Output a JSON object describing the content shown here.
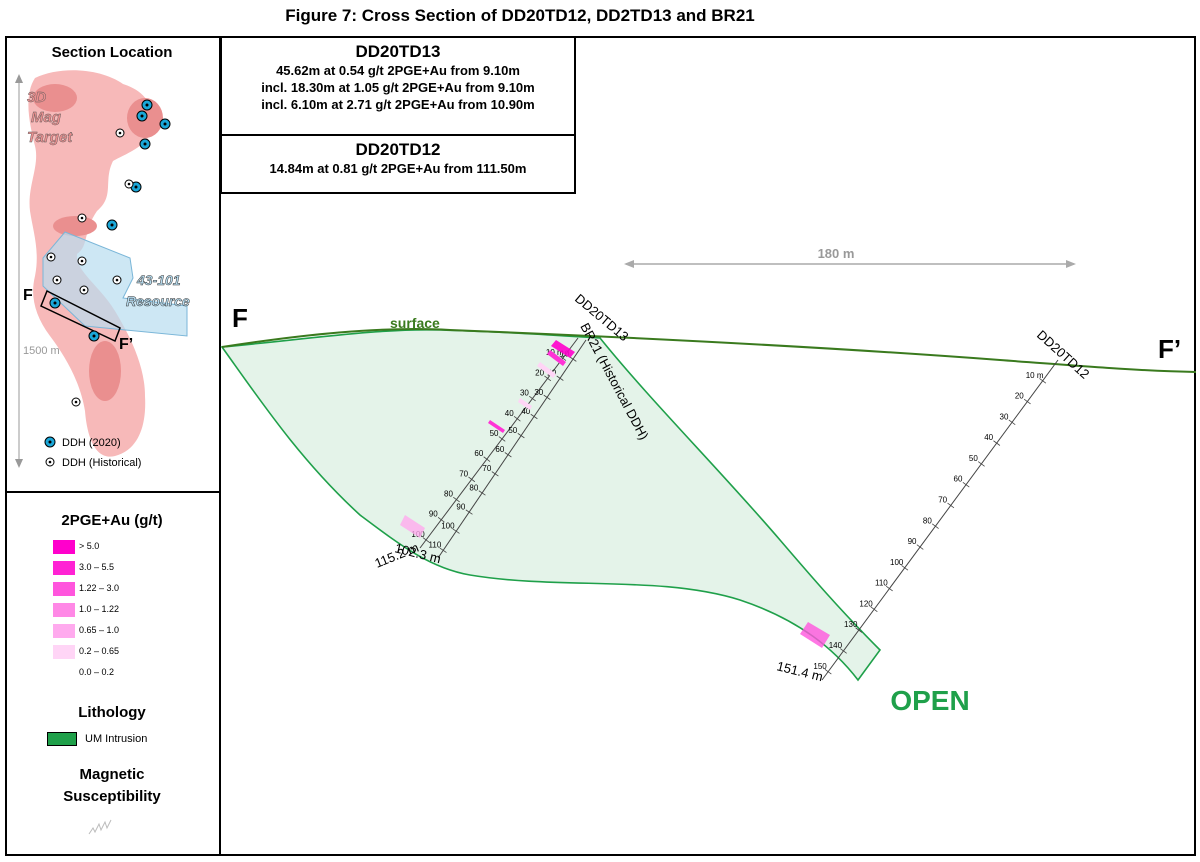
{
  "title": "Figure 7: Cross Section of DD20TD12, DD2TD13 and BR21",
  "location": {
    "title": "Section Location",
    "mag_target": [
      "3D",
      "Mag",
      "Target"
    ],
    "resource": [
      "43-101",
      "Resource"
    ],
    "f_label": "F",
    "f_prime_label": "F’",
    "scale": "1500 m",
    "legend_2020": "DDH (2020)",
    "legend_historical": "DDH (Historical)"
  },
  "legend": {
    "grade_title": "2PGE+Au (g/t)",
    "grades": [
      {
        "label": "> 5.0",
        "color": "#ff00cc"
      },
      {
        "label": "3.0 – 5.5",
        "color": "#ff22d4"
      },
      {
        "label": "1.22 – 3.0",
        "color": "#ff55dd"
      },
      {
        "label": "1.0 – 1.22",
        "color": "#ff88e6"
      },
      {
        "label": "0.65 – 1.0",
        "color": "#ffaaee"
      },
      {
        "label": "0.2 – 0.65",
        "color": "#ffd5f6"
      },
      {
        "label": "0.0 – 0.2",
        "color": "#ffffff"
      }
    ],
    "lithology_title": "Lithology",
    "lithology_label": "UM Intrusion",
    "lithology_color": "#1fa04a",
    "mag_title": [
      "Magnetic",
      "Susceptibility"
    ]
  },
  "box1": {
    "hole": "DD20TD13",
    "lines": [
      "45.62m at 0.54 g/t 2PGE+Au from 9.10m",
      "incl. 18.30m at 1.05 g/t 2PGE+Au from 9.10m",
      "incl. 6.10m at 2.71 g/t 2PGE+Au from 10.90m"
    ]
  },
  "box2": {
    "hole": "DD20TD12",
    "lines": [
      "14.84m at 0.81 g/t 2PGE+Au from 111.50m"
    ]
  },
  "section": {
    "f_label": "F",
    "f_prime_label": "F’",
    "surface_label": "surface",
    "scale_label": "180 m",
    "open_label": "OPEN",
    "hole_td13": "DD20TD13",
    "hole_br21": "BR21 (Historical DDH)",
    "hole_td12": "DD20TD12",
    "depth_td13": "102.3 m",
    "depth_br21": "115.2 m",
    "depth_td12": "151.4 m",
    "ticks_a": [
      "10 m",
      "20",
      "30",
      "40",
      "50",
      "60",
      "70",
      "80",
      "90",
      "100"
    ],
    "ticks_b": [
      "10",
      "20",
      "30",
      "40",
      "50",
      "60",
      "70",
      "80",
      "90",
      "100",
      "110"
    ],
    "ticks_c": [
      "10 m",
      "20",
      "30",
      "40",
      "50",
      "60",
      "70",
      "80",
      "90",
      "100",
      "110",
      "120",
      "130",
      "140",
      "150"
    ],
    "surface_color": "#3a7a1e",
    "intrusion_color": "#1fa04a",
    "open_color": "#1fa04a"
  }
}
